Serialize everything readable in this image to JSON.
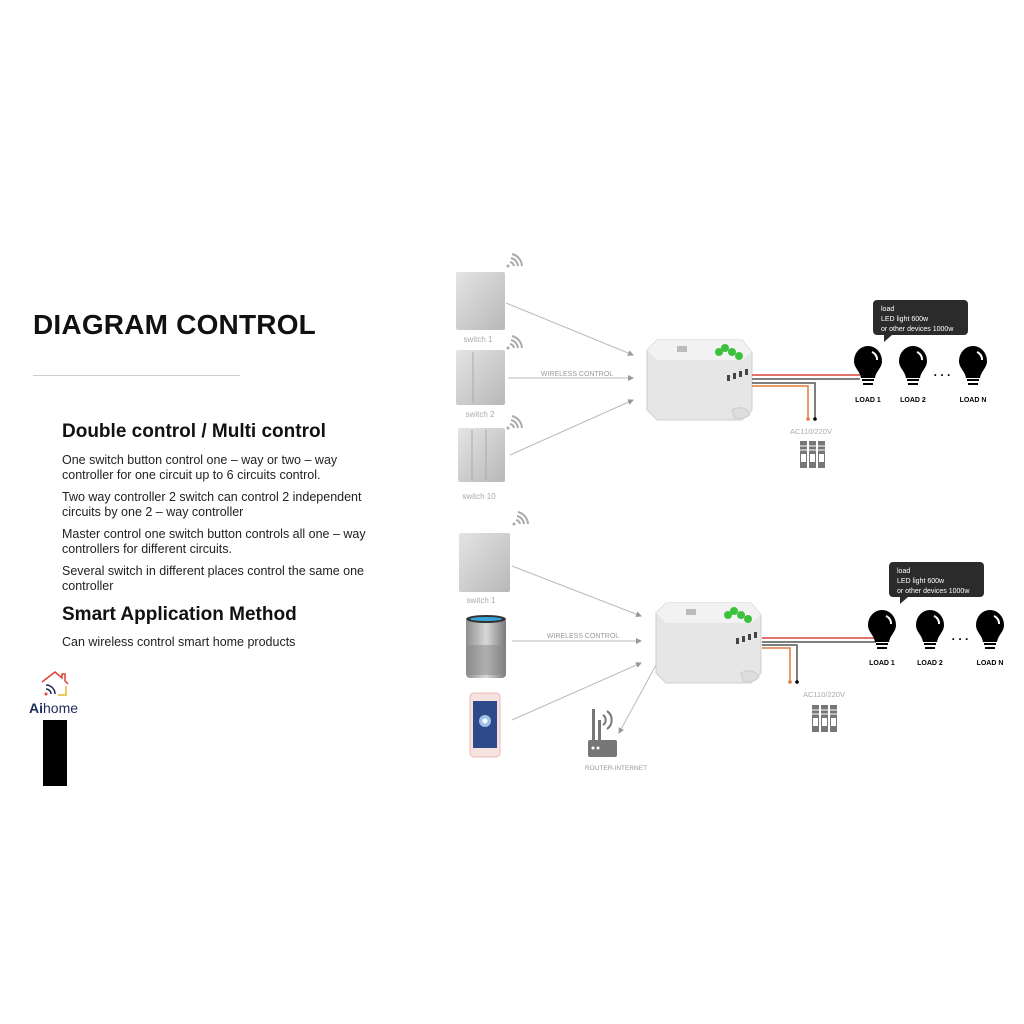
{
  "title": "DIAGRAM CONTROL",
  "section1": {
    "heading": "Double control / Multi control",
    "paragraphs": [
      "One switch button control one – way or two – way controller for one circuit up to 6 circuits control.",
      "Two way controller 2 switch can control 2 independent circuits by one 2 – way controller",
      "Master control one switch button controls all one – way controllers for different circuits.",
      "Several switch in different places control the same one controller"
    ]
  },
  "section2": {
    "heading": "Smart Application Method",
    "paragraphs": [
      "Can wireless control smart home products"
    ]
  },
  "logo": {
    "prefix": "Ai",
    "suffix": "home"
  },
  "diagram_top": {
    "switches": [
      "switch 1",
      "switch 2",
      "switch 10"
    ],
    "wireless_label": "WIRELESS CONTROL",
    "power_label": "AC110/220V",
    "bubble": [
      "load",
      "LED light 600w",
      "or other devices 1000w"
    ],
    "loads": [
      "LOAD 1",
      "LOAD 2",
      "LOAD N"
    ],
    "ellipsis": ". . ."
  },
  "diagram_bottom": {
    "switches": [
      "switch 1"
    ],
    "wireless_label": "WIRELESS CONTROL",
    "router_label": "ROUTER-INTERNET",
    "power_label": "AC110/220V",
    "bubble": [
      "load",
      "LED light 600w",
      "or other devices 1000w"
    ],
    "loads": [
      "LOAD 1",
      "LOAD 2",
      "LOAD N"
    ],
    "ellipsis": ". . ."
  },
  "colors": {
    "wire_red": "#d9453a",
    "wire_orange": "#e07b3a",
    "terminal_green": "#3cc13c",
    "bubble": "#2b2b2b"
  }
}
